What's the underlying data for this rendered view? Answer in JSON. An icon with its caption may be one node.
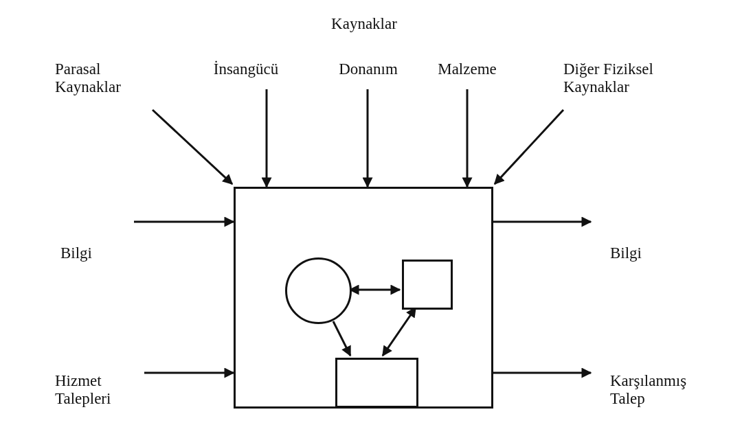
{
  "diagram": {
    "title": "Kaynaklar",
    "nodes": [
      {
        "text": [
          "Parasal Kaynaklar"
        ]
      },
      {
        "text": [
          "İnsangücü"
        ]
      },
      {
        "text": [
          "Donanım"
        ]
      },
      {
        "text": [
          "Malzeme"
        ]
      },
      {
        "text": [
          "Diğer Fiziksel Kaynaklar"
        ]
      },
      {
        "text": [
          "Bilgi"
        ]
      },
      {
        "text": [
          "Hizmet Talepleri"
        ]
      },
      {
        "text": [],
        "shape": "box"
      },
      {
        "text": [],
        "shape": "circle",
        "in": 7
      },
      {
        "text": [],
        "shape": "box",
        "in": 7
      },
      {
        "text": [],
        "shape": "box",
        "in": 7
      },
      {
        "text": [
          "Bilgi"
        ]
      },
      {
        "text": [
          "Karşılanmış Talep"
        ]
      }
    ],
    "edges": [
      {
        "from": 0,
        "to": 7,
        "arrow": "to"
      },
      {
        "from": 1,
        "to": 7,
        "arrow": "to"
      },
      {
        "from": 2,
        "to": 7,
        "arrow": "to"
      },
      {
        "from": 3,
        "to": 7,
        "arrow": "to"
      },
      {
        "from": 4,
        "to": 7,
        "arrow": "to"
      },
      {
        "from": 5,
        "to": 7,
        "arrow": "to"
      },
      {
        "from": 6,
        "to": 7,
        "arrow": "to"
      },
      {
        "from": 7,
        "to": 11,
        "arrow": "to"
      },
      {
        "from": 7,
        "to": 12,
        "arrow": "to"
      },
      {
        "from": 8,
        "to": 9,
        "arrow": "both"
      },
      {
        "from": 8,
        "to": 10,
        "arrow": "to"
      },
      {
        "from": 9,
        "to": 10,
        "arrow": "both"
      }
    ]
  }
}
